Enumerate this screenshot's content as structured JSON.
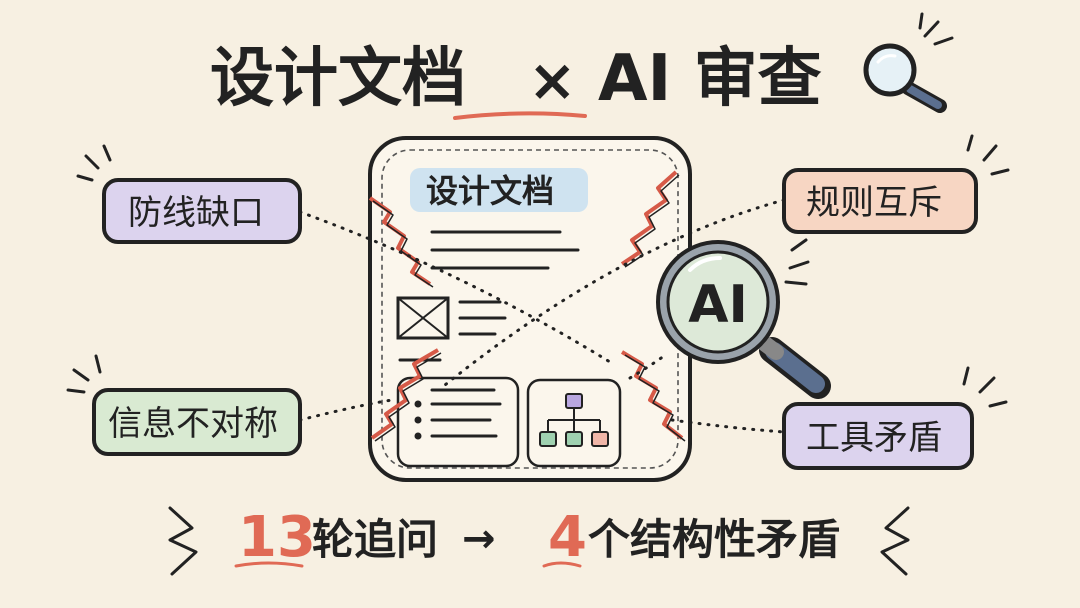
{
  "title": {
    "left": "设计文档",
    "cross": "×",
    "right": "AI 审查"
  },
  "document": {
    "label": "设计文档"
  },
  "tags": {
    "defense_gap": "防线缺口",
    "info_asymmetry": "信息不对称",
    "rule_conflict": "规则互斥",
    "tool_conflict": "工具矛盾"
  },
  "magnifier": {
    "label": "AI"
  },
  "footer": {
    "rounds_number": "13",
    "rounds_text": "轮追问",
    "arrow": "→",
    "result_number": "4",
    "result_text": "个结构性矛盾"
  },
  "colors": {
    "background": "#f7f0e2",
    "ink": "#222222",
    "accent_red": "#e06a55",
    "tag_purple": "#dcd3ee",
    "tag_green": "#d9ead2",
    "tag_peach": "#f7d6c3",
    "doc_label_blue": "#cfe3f0",
    "handle_blue": "#5b6f8f"
  }
}
